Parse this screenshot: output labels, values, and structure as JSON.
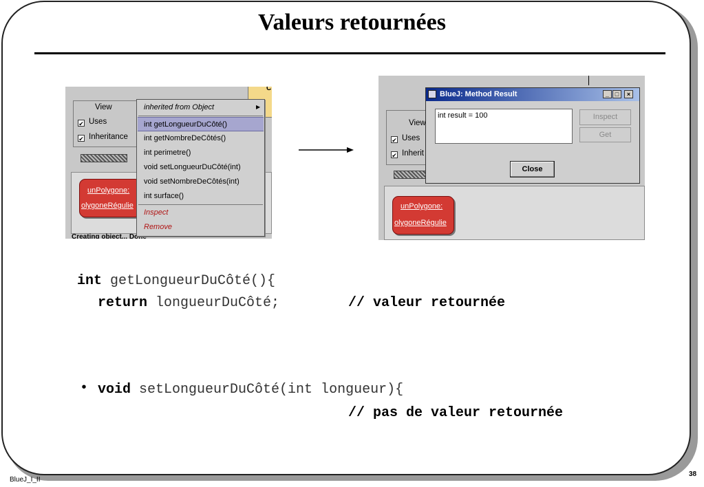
{
  "slide": {
    "title": "Valeurs retournées",
    "footer": "BlueJ_I_II",
    "page": "38"
  },
  "screenshot_left": {
    "view_label": "View",
    "uses_label": "Uses",
    "inheritance_label": "Inheritance",
    "object_name": "unPolygone:",
    "object_class": "olygoneRégulie",
    "status_text": "Creating object... Done",
    "class_box_label": "C",
    "menu_items": [
      "inherited from Object",
      "int getLongueurDuCôté()",
      "int getNombreDeCôtés()",
      "int perimetre()",
      "void setLongueurDuCôté(int)",
      "void setNombreDeCôtés(int)",
      "int surface()",
      "Inspect",
      "Remove"
    ],
    "submenu_arrow": "▶"
  },
  "screenshot_right": {
    "view_label": "View",
    "uses_label": "Uses",
    "inheritance_label": "Inherit",
    "object_name": "unPolygone:",
    "object_class": "olygoneRégulie",
    "dialog": {
      "title": "BlueJ:  Method Result",
      "result_text": "int result = 100",
      "inspect_label": "Inspect",
      "get_label": "Get",
      "close_label": "Close",
      "window_buttons": [
        "_",
        "□",
        "×"
      ]
    }
  },
  "code": {
    "line1_kw": "int",
    "line1_rest": " getLongueurDuCôté(){",
    "line2_kw": "return",
    "line2_rest": " longueurDuCôté;",
    "line2_comment": "// valeur retournée",
    "bullet": "•",
    "line3_kw": "void",
    "line3_rest": " setLongueurDuCôté(int longueur){",
    "line4_comment": "// pas de valeur retournée"
  }
}
